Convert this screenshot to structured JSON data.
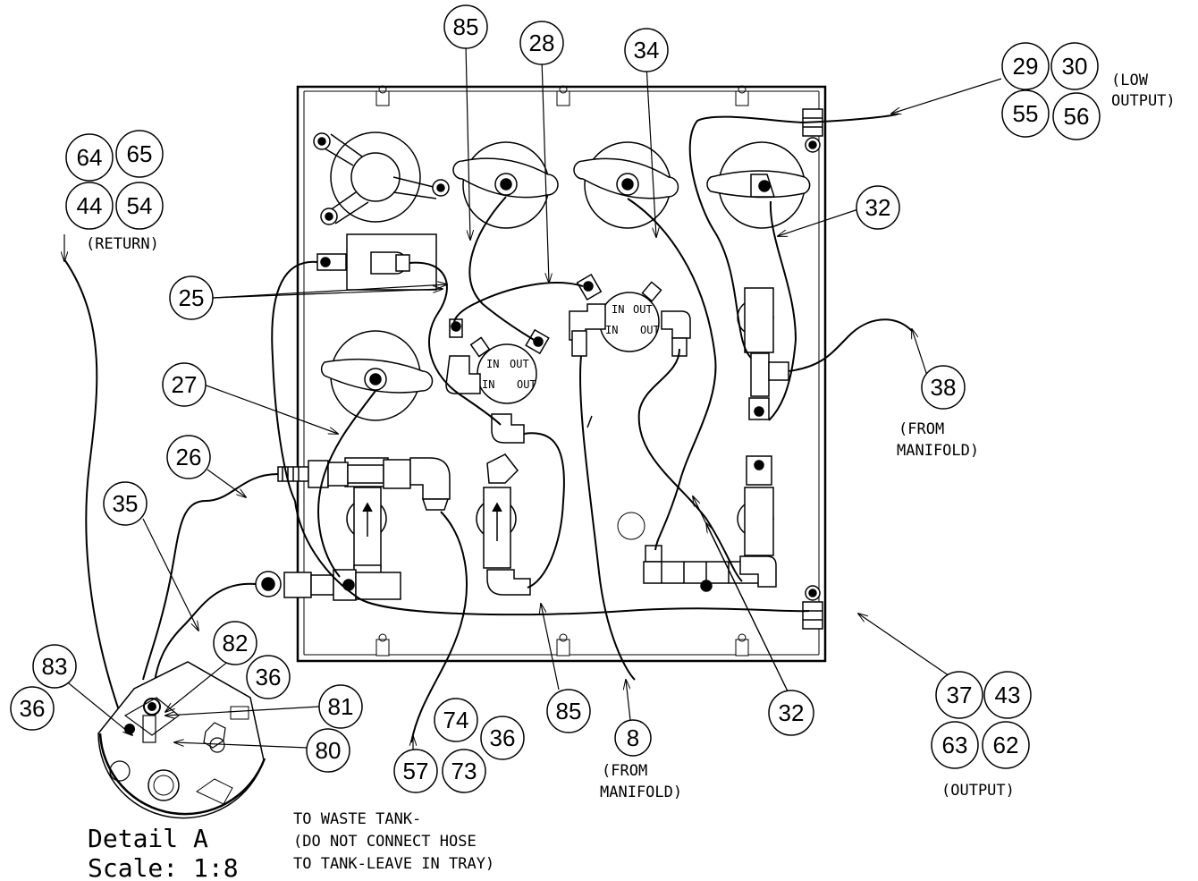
{
  "notes": {
    "low_output_1": "(LOW",
    "low_output_2": "OUTPUT)",
    "return": "(RETURN)",
    "from_manifold_right_1": "(FROM",
    "from_manifold_right_2": "MANIFOLD)",
    "from_manifold_bottom_1": "(FROM",
    "from_manifold_bottom_2": "MANIFOLD)",
    "output": "(OUTPUT)",
    "waste_1": "TO WASTE TANK-",
    "waste_2": "(DO NOT CONNECT HOSE",
    "waste_3": "TO TANK-LEAVE IN TRAY)"
  },
  "detail": {
    "title": "Detail A",
    "scale": "Scale:  1:8"
  },
  "ports": {
    "in": "IN",
    "out": "OUT"
  },
  "balloons": [
    {
      "id": "b85a",
      "label": "85"
    },
    {
      "id": "b28",
      "label": "28"
    },
    {
      "id": "b34",
      "label": "34"
    },
    {
      "id": "b29",
      "label": "29"
    },
    {
      "id": "b30",
      "label": "30"
    },
    {
      "id": "b55",
      "label": "55"
    },
    {
      "id": "b56",
      "label": "56"
    },
    {
      "id": "b64",
      "label": "64"
    },
    {
      "id": "b65",
      "label": "65"
    },
    {
      "id": "b44",
      "label": "44"
    },
    {
      "id": "b54",
      "label": "54"
    },
    {
      "id": "b32a",
      "label": "32"
    },
    {
      "id": "b25",
      "label": "25"
    },
    {
      "id": "b38",
      "label": "38"
    },
    {
      "id": "b27",
      "label": "27"
    },
    {
      "id": "b26",
      "label": "26"
    },
    {
      "id": "b35",
      "label": "35"
    },
    {
      "id": "b82",
      "label": "82"
    },
    {
      "id": "b83",
      "label": "83"
    },
    {
      "id": "b36a",
      "label": "36"
    },
    {
      "id": "b36b",
      "label": "36"
    },
    {
      "id": "b81",
      "label": "81"
    },
    {
      "id": "b80",
      "label": "80"
    },
    {
      "id": "b74",
      "label": "74"
    },
    {
      "id": "b36c",
      "label": "36"
    },
    {
      "id": "b57",
      "label": "57"
    },
    {
      "id": "b73",
      "label": "73"
    },
    {
      "id": "b85b",
      "label": "85"
    },
    {
      "id": "b8",
      "label": "8"
    },
    {
      "id": "b32b",
      "label": "32"
    },
    {
      "id": "b37",
      "label": "37"
    },
    {
      "id": "b43",
      "label": "43"
    },
    {
      "id": "b63",
      "label": "63"
    },
    {
      "id": "b62",
      "label": "62"
    }
  ]
}
